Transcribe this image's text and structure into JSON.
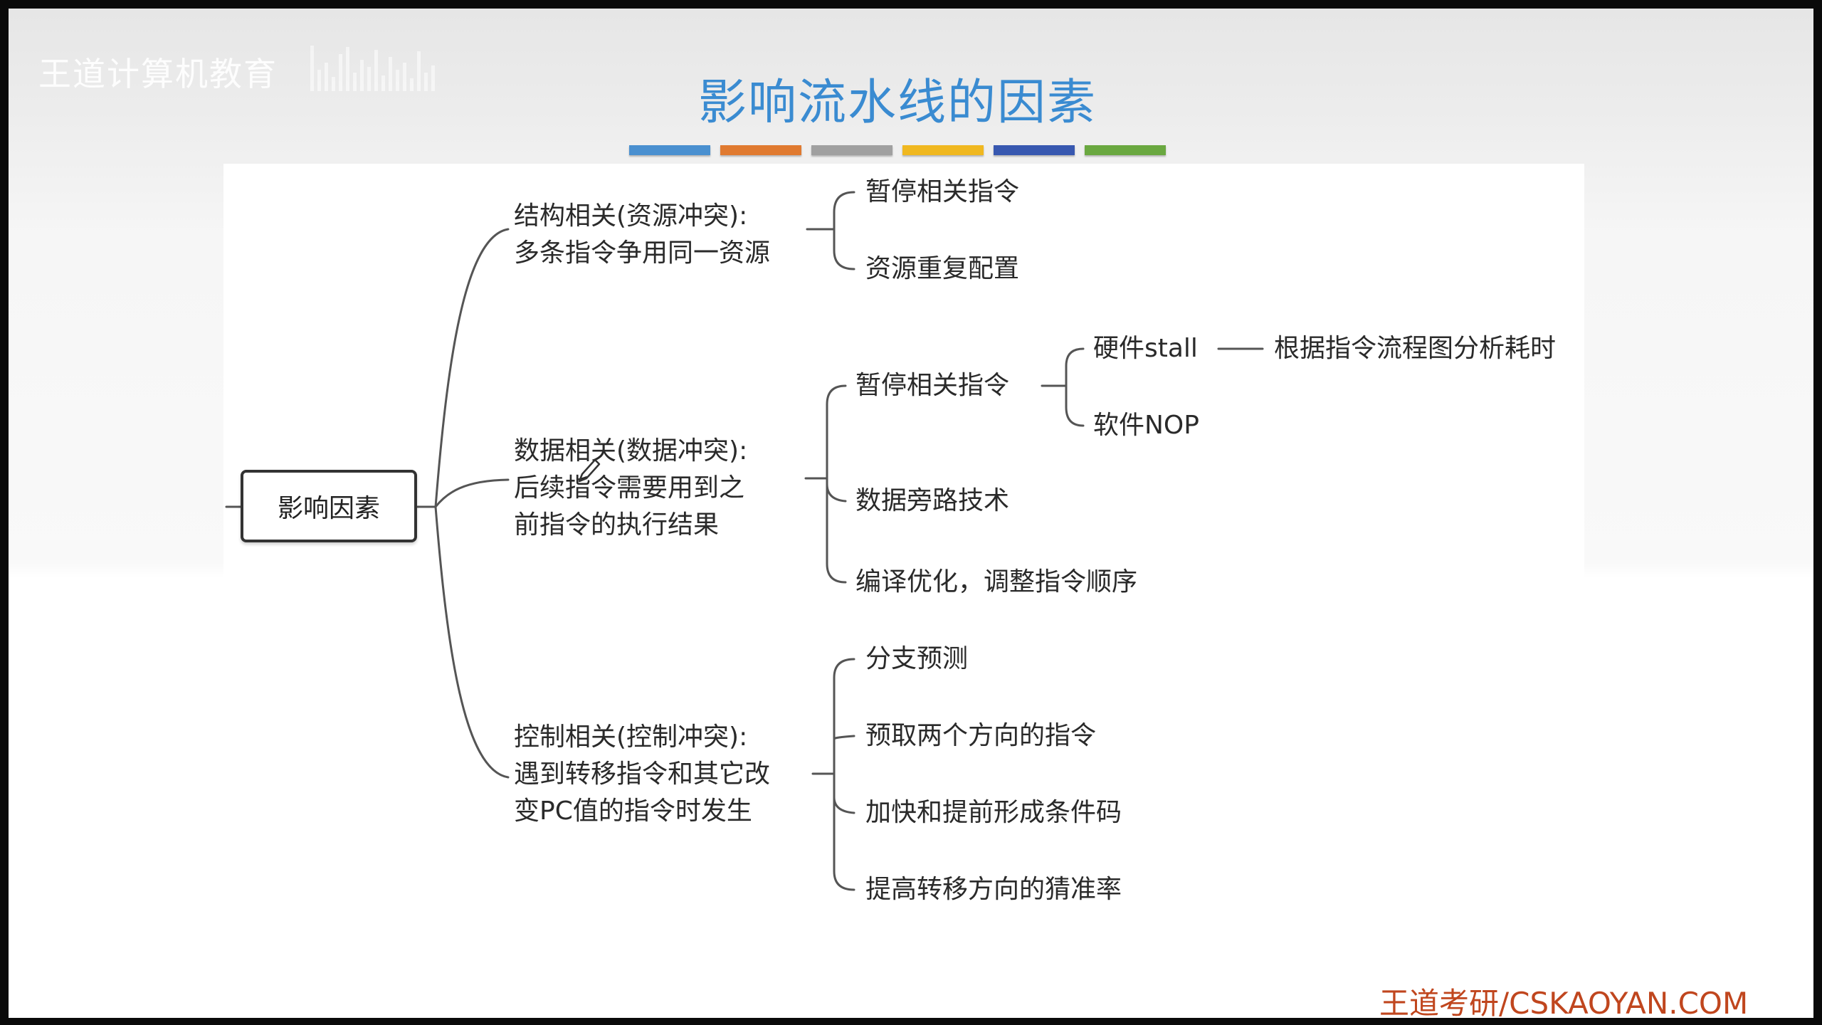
{
  "watermark": {
    "text": "王道计算机教育"
  },
  "title": "影响流水线的因素",
  "colors": {
    "title": "#3a8bd1",
    "footer": "#c0461e",
    "bar": [
      "#4a90d0",
      "#e07a30",
      "#a0a0a0",
      "#f0b820",
      "#3858b0",
      "#6aa840"
    ]
  },
  "root": {
    "label": "影响因素"
  },
  "branches": [
    {
      "lines": [
        "结构相关(资源冲突):",
        "多条指令争用同一资源"
      ],
      "children": [
        "暂停相关指令",
        "资源重复配置"
      ]
    },
    {
      "lines": [
        "数据相关(数据冲突):",
        "后续指令需要用到之",
        "前指令的执行结果"
      ],
      "children": [
        {
          "label": "暂停相关指令",
          "children": [
            "硬件stall",
            "软件NOP"
          ],
          "note": "根据指令流程图分析耗时"
        },
        {
          "label": "数据旁路技术"
        },
        {
          "label": "编译优化，调整指令顺序"
        }
      ]
    },
    {
      "lines": [
        "控制相关(控制冲突):",
        "遇到转移指令和其它改",
        "变PC值的指令时发生"
      ],
      "children": [
        "分支预测",
        "预取两个方向的指令",
        "加快和提前形成条件码",
        "提高转移方向的猜准率"
      ]
    }
  ],
  "footer": {
    "text": "王道考研/CSKAOYAN.COM"
  }
}
